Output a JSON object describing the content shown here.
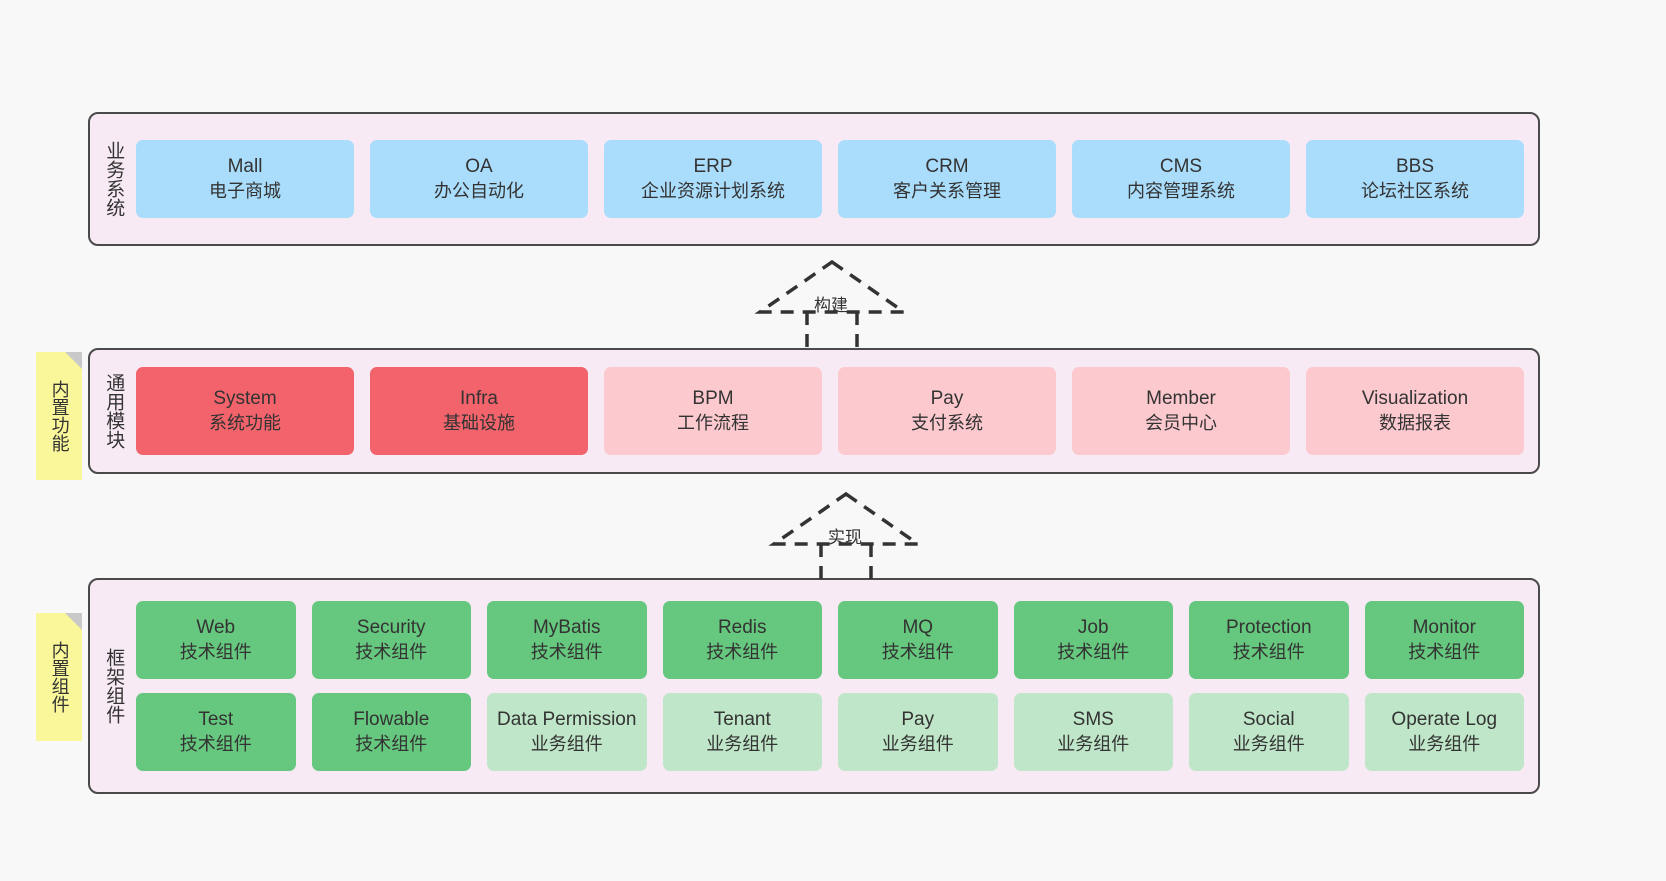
{
  "diagram": {
    "background_color": "#f8f8f8",
    "layer_fill": "#f8eaf5",
    "layer_border": "#4a4a4a"
  },
  "layers": [
    {
      "key": "business",
      "label": "业务系统",
      "node_color": "#aadcfb",
      "rows": [
        {
          "nodes": [
            {
              "en": "Mall",
              "cn": "电子商城",
              "style": "biz"
            },
            {
              "en": "OA",
              "cn": "办公自动化",
              "style": "biz"
            },
            {
              "en": "ERP",
              "cn": "企业资源计划系统",
              "style": "biz"
            },
            {
              "en": "CRM",
              "cn": "客户关系管理",
              "style": "biz"
            },
            {
              "en": "CMS",
              "cn": "内容管理系统",
              "style": "biz"
            },
            {
              "en": "BBS",
              "cn": "论坛社区系统",
              "style": "biz"
            }
          ]
        }
      ]
    },
    {
      "key": "modules",
      "label": "通用模块",
      "sticky": "内置功能",
      "node_color_core": "#f2636b",
      "node_color_soft": "#fcc9ce",
      "rows": [
        {
          "nodes": [
            {
              "en": "System",
              "cn": "系统功能",
              "style": "mod-core"
            },
            {
              "en": "Infra",
              "cn": "基础设施",
              "style": "mod-core"
            },
            {
              "en": "BPM",
              "cn": "工作流程",
              "style": "mod-soft"
            },
            {
              "en": "Pay",
              "cn": "支付系统",
              "style": "mod-soft"
            },
            {
              "en": "Member",
              "cn": "会员中心",
              "style": "mod-soft"
            },
            {
              "en": "Visualization",
              "cn": "数据报表",
              "style": "mod-soft"
            }
          ]
        }
      ]
    },
    {
      "key": "framework",
      "label": "框架组件",
      "sticky": "内置组件",
      "node_color_tech": "#66c77e",
      "node_color_busi": "#bfe6c8",
      "rows": [
        {
          "nodes": [
            {
              "en": "Web",
              "cn": "技术组件",
              "style": "tech"
            },
            {
              "en": "Security",
              "cn": "技术组件",
              "style": "tech"
            },
            {
              "en": "MyBatis",
              "cn": "技术组件",
              "style": "tech"
            },
            {
              "en": "Redis",
              "cn": "技术组件",
              "style": "tech"
            },
            {
              "en": "MQ",
              "cn": "技术组件",
              "style": "tech"
            },
            {
              "en": "Job",
              "cn": "技术组件",
              "style": "tech"
            },
            {
              "en": "Protection",
              "cn": "技术组件",
              "style": "tech"
            },
            {
              "en": "Monitor",
              "cn": "技术组件",
              "style": "tech"
            }
          ]
        },
        {
          "nodes": [
            {
              "en": "Test",
              "cn": "技术组件",
              "style": "tech"
            },
            {
              "en": "Flowable",
              "cn": "技术组件",
              "style": "tech"
            },
            {
              "en": "Data Permission",
              "cn": "业务组件",
              "style": "busi"
            },
            {
              "en": "Tenant",
              "cn": "业务组件",
              "style": "busi"
            },
            {
              "en": "Pay",
              "cn": "业务组件",
              "style": "busi"
            },
            {
              "en": "SMS",
              "cn": "业务组件",
              "style": "busi"
            },
            {
              "en": "Social",
              "cn": "业务组件",
              "style": "busi"
            },
            {
              "en": "Operate Log",
              "cn": "业务组件",
              "style": "busi"
            }
          ]
        }
      ]
    }
  ],
  "connectors": [
    {
      "key": "build",
      "label": "构建",
      "from": "modules",
      "to": "business"
    },
    {
      "key": "implement",
      "label": "实现",
      "from": "framework",
      "to": "modules"
    }
  ]
}
